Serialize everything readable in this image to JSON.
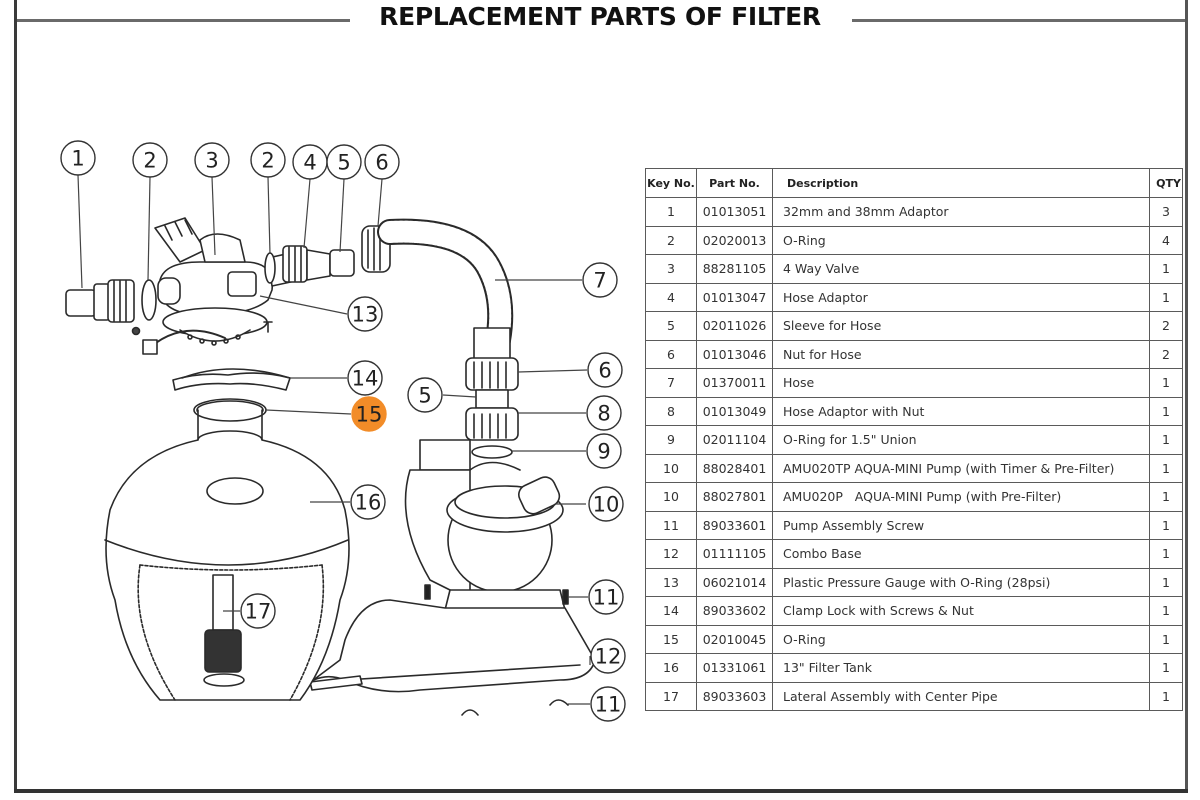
{
  "title": "REPLACEMENT PARTS OF FILTER",
  "highlight_color": "#f28c28",
  "diagram": {
    "callouts": [
      {
        "label": "1",
        "part": "32mm and 38mm Adaptor"
      },
      {
        "label": "2",
        "part": "O-Ring"
      },
      {
        "label": "3",
        "part": "4 Way Valve"
      },
      {
        "label": "2",
        "part": "O-Ring"
      },
      {
        "label": "4",
        "part": "Hose Adaptor"
      },
      {
        "label": "5",
        "part": "Sleeve for Hose"
      },
      {
        "label": "6",
        "part": "Nut for Hose"
      },
      {
        "label": "7",
        "part": "Hose"
      },
      {
        "label": "13",
        "part": "Plastic Pressure Gauge with O-Ring (28psi)"
      },
      {
        "label": "14",
        "part": "Clamp Lock with Screws & Nut"
      },
      {
        "label": "15",
        "part": "O-Ring",
        "highlighted": true
      },
      {
        "label": "5",
        "part": "Sleeve for Hose"
      },
      {
        "label": "6",
        "part": "Nut for Hose"
      },
      {
        "label": "8",
        "part": "Hose Adaptor with Nut"
      },
      {
        "label": "9",
        "part": "O-Ring for 1.5\" Union"
      },
      {
        "label": "10",
        "part": "AQUA-MINI Pump"
      },
      {
        "label": "16",
        "part": "13\" Filter Tank"
      },
      {
        "label": "17",
        "part": "Lateral Assembly with Center Pipe"
      },
      {
        "label": "11",
        "part": "Pump Assembly Screw"
      },
      {
        "label": "12",
        "part": "Combo Base"
      },
      {
        "label": "11",
        "part": "Pump Assembly Screw"
      }
    ]
  },
  "table": {
    "headers": {
      "key": "Key No.",
      "part": "Part No.",
      "desc": "Description",
      "qty": "QTY"
    },
    "rows": [
      {
        "key": "1",
        "part": "01013051",
        "desc": "32mm and 38mm Adaptor",
        "qty": "3"
      },
      {
        "key": "2",
        "part": "02020013",
        "desc": "O-Ring",
        "qty": "4"
      },
      {
        "key": "3",
        "part": "88281105",
        "desc": "4 Way Valve",
        "qty": "1"
      },
      {
        "key": "4",
        "part": "01013047",
        "desc": "Hose Adaptor",
        "qty": "1"
      },
      {
        "key": "5",
        "part": "02011026",
        "desc": "Sleeve for Hose",
        "qty": "2"
      },
      {
        "key": "6",
        "part": "01013046",
        "desc": "Nut for Hose",
        "qty": "2"
      },
      {
        "key": "7",
        "part": "01370011",
        "desc": "Hose",
        "qty": "1"
      },
      {
        "key": "8",
        "part": "01013049",
        "desc": "Hose Adaptor with Nut",
        "qty": "1"
      },
      {
        "key": "9",
        "part": "02011104",
        "desc": "O-Ring for 1.5\" Union",
        "qty": "1"
      },
      {
        "key": "10",
        "part": "88028401",
        "desc": "AMU020TP AQUA-MINI Pump (with Timer & Pre-Filter)",
        "qty": "1"
      },
      {
        "key": "10",
        "part": "88027801",
        "desc": "AMU020P   AQUA-MINI Pump (with Pre-Filter)",
        "qty": "1"
      },
      {
        "key": "11",
        "part": "89033601",
        "desc": "Pump Assembly Screw",
        "qty": "1"
      },
      {
        "key": "12",
        "part": "01111105",
        "desc": "Combo Base",
        "qty": "1"
      },
      {
        "key": "13",
        "part": "06021014",
        "desc": "Plastic Pressure Gauge with O-Ring (28psi)",
        "qty": "1"
      },
      {
        "key": "14",
        "part": "89033602",
        "desc": "Clamp Lock with Screws & Nut",
        "qty": "1"
      },
      {
        "key": "15",
        "part": "02010045",
        "desc": "O-Ring",
        "qty": "1"
      },
      {
        "key": "16",
        "part": "01331061",
        "desc": "13\" Filter Tank",
        "qty": "1"
      },
      {
        "key": "17",
        "part": "89033603",
        "desc": "Lateral Assembly with Center Pipe",
        "qty": "1"
      }
    ]
  }
}
